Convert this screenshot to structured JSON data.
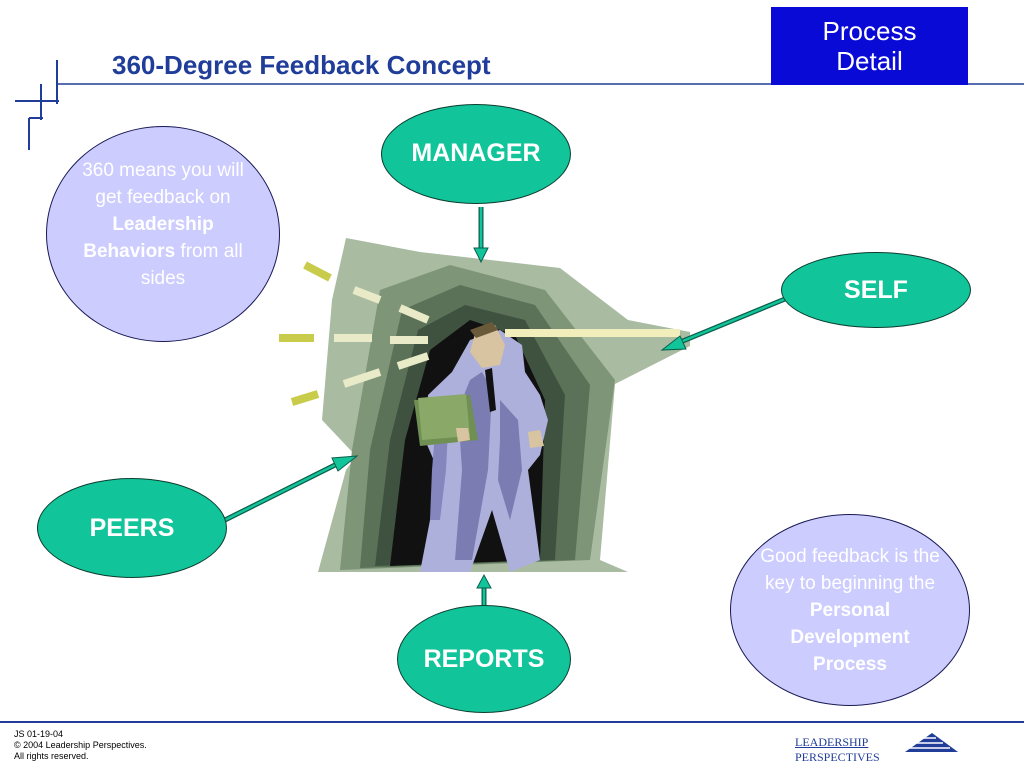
{
  "header": {
    "title": "360-Degree Feedback Concept",
    "process_label_line1": "Process",
    "process_label_line2": "Detail"
  },
  "nodes": {
    "manager": "MANAGER",
    "self": "SELF",
    "peers": "PEERS",
    "reports": "REPORTS"
  },
  "info_left": {
    "pre": "360 means you will get feedback on ",
    "bold": "Leadership Behaviors",
    "post": " from all sides"
  },
  "info_right": {
    "pre": "Good feedback is the key to beginning the ",
    "bold": "Personal Development Process"
  },
  "footer": {
    "line1": "JS 01-19-04",
    "line2": "© 2004 Leadership Perspectives.",
    "line3": "All rights reserved."
  },
  "logo": {
    "line1": "LEADERSHIP",
    "line2": "PERSPECTIVES"
  },
  "colors": {
    "title": "#1f3d99",
    "process_box": "#0a0ad6",
    "node_fill": "#12c49a",
    "info_fill": "#ccccff",
    "rule": "#1f3d99"
  }
}
